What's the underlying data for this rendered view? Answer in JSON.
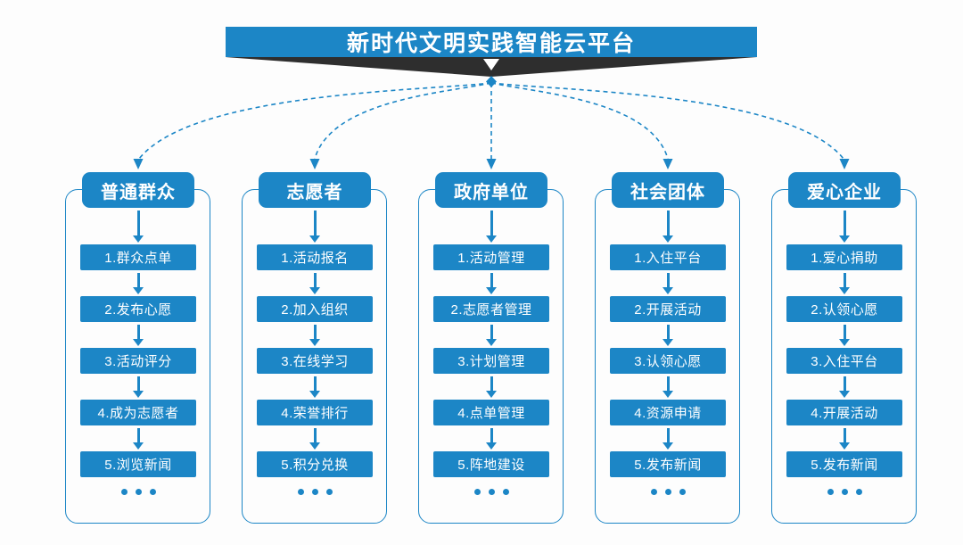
{
  "title": "新时代文明实践智能云平台",
  "ellipsis": "•••",
  "colors": {
    "primary": "#1c86c6",
    "banner_shadow": "#2e2e2e",
    "background": "#fdfdfd",
    "text_on_blue": "#ffffff"
  },
  "columns": [
    {
      "header": "普通群众",
      "steps": [
        "1.群众点单",
        "2.发布心愿",
        "3.活动评分",
        "4.成为志愿者",
        "5.浏览新闻"
      ]
    },
    {
      "header": "志愿者",
      "steps": [
        "1.活动报名",
        "2.加入组织",
        "3.在线学习",
        "4.荣誉排行",
        "5.积分兑换"
      ]
    },
    {
      "header": "政府单位",
      "steps": [
        "1.活动管理",
        "2.志愿者管理",
        "3.计划管理",
        "4.点单管理",
        "5.阵地建设"
      ]
    },
    {
      "header": "社会团体",
      "steps": [
        "1.入住平台",
        "2.开展活动",
        "3.认领心愿",
        "4.资源申请",
        "5.发布新闻"
      ]
    },
    {
      "header": "爱心企业",
      "steps": [
        "1.爱心捐助",
        "2.认领心愿",
        "3.入住平台",
        "4.开展活动",
        "5.发布新闻"
      ]
    }
  ]
}
